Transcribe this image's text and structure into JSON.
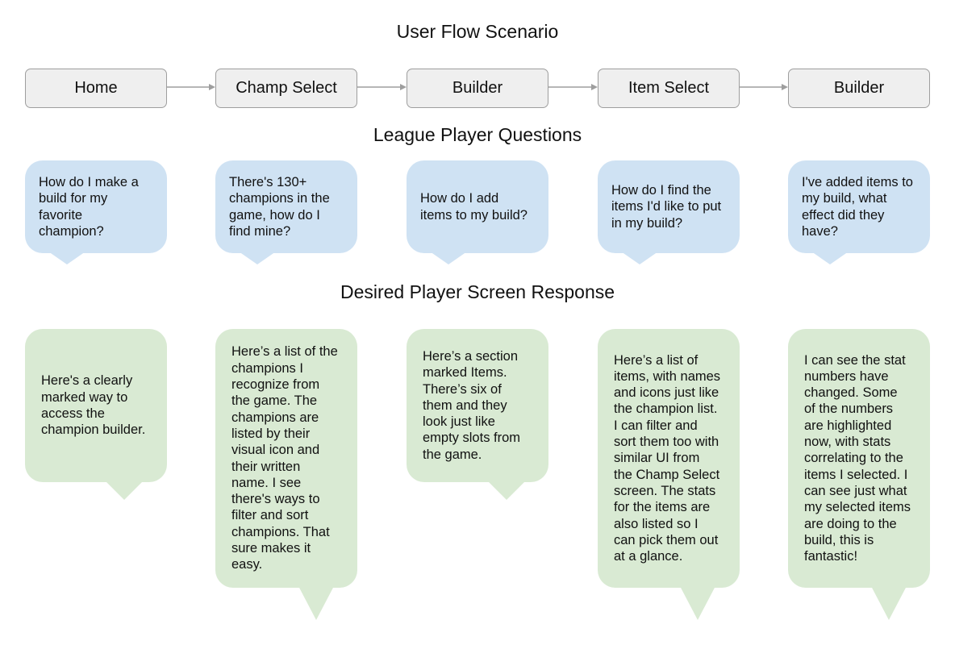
{
  "titles": {
    "flow": "User Flow Scenario",
    "questions": "League Player Questions",
    "responses": "Desired Player Screen Response"
  },
  "flow": [
    {
      "label": "Home"
    },
    {
      "label": "Champ Select"
    },
    {
      "label": "Builder"
    },
    {
      "label": "Item Select"
    },
    {
      "label": "Builder"
    }
  ],
  "questions": [
    {
      "lines": [
        "How do I make a",
        "build for my",
        "favorite",
        "champion?"
      ]
    },
    {
      "lines": [
        "There's 130+",
        "champions in the",
        "game, how do I",
        "find mine?"
      ]
    },
    {
      "lines": [
        "How do I add",
        "items to my build?"
      ]
    },
    {
      "lines": [
        "How do I find the",
        "items I'd like to put",
        "in my build?"
      ]
    },
    {
      "lines": [
        "I've added items to",
        "my build, what",
        "effect did they",
        "have?"
      ]
    }
  ],
  "responses": [
    {
      "lines": [
        "Here's a clearly",
        "marked way to",
        "access the",
        "champion builder."
      ]
    },
    {
      "lines": [
        "Here’s a list of the",
        "champions I",
        "recognize from",
        "the game. The",
        "champions are",
        "listed by their",
        "visual icon and",
        "their written",
        "name. I see",
        "there's ways to",
        "filter and sort",
        "champions. That",
        "sure makes it",
        "easy."
      ]
    },
    {
      "lines": [
        "Here’s a section",
        "marked Items.",
        "There’s six of",
        "them and they",
        "look just like",
        "empty slots from",
        "the game."
      ]
    },
    {
      "lines": [
        "Here’s a list of",
        "items, with names",
        "and icons just like",
        "the champion list.",
        "I can filter and",
        "sort them too with",
        "similar UI from",
        "the Champ Select",
        "screen. The stats",
        "for the items are",
        "also listed so I",
        "can pick them out",
        "at a glance."
      ]
    },
    {
      "lines": [
        "I can see the stat",
        "numbers have",
        "changed. Some",
        "of the numbers",
        "are highlighted",
        "now, with stats",
        "correlating to the",
        "items I selected. I",
        "can see just what",
        "my selected items",
        "are doing to the",
        "build, this is",
        "fantastic!"
      ]
    }
  ],
  "colors": {
    "flow_box_fill": "#efefef",
    "flow_box_border": "#9e9e9e",
    "question_fill": "#cfe2f3",
    "response_fill": "#d9ead3",
    "arrow": "#9e9e9e"
  }
}
